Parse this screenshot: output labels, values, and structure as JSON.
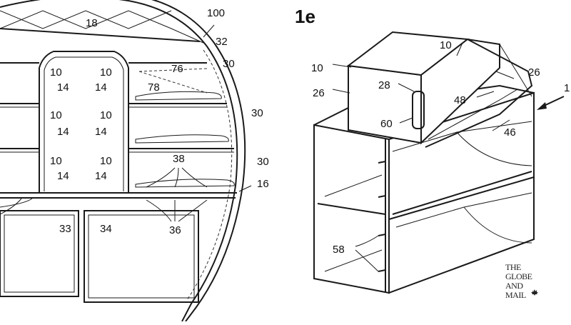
{
  "figure_label": "1e",
  "left_view": {
    "labels": [
      "100",
      "32",
      "30",
      "30",
      "30",
      "18",
      "76",
      "78",
      "10",
      "10",
      "10",
      "10",
      "10",
      "10",
      "14",
      "14",
      "14",
      "14",
      "14",
      "14",
      "38",
      "16",
      "33",
      "34",
      "36"
    ]
  },
  "right_view": {
    "labels": [
      "10",
      "10",
      "26",
      "26",
      "28",
      "48",
      "60",
      "46",
      "58",
      "1"
    ]
  },
  "watermark": {
    "text": "THE GLOBE AND MAIL",
    "lines": [
      "THE",
      "GLOBE",
      "AND",
      "MAIL"
    ],
    "symbol": "maple-leaf"
  }
}
